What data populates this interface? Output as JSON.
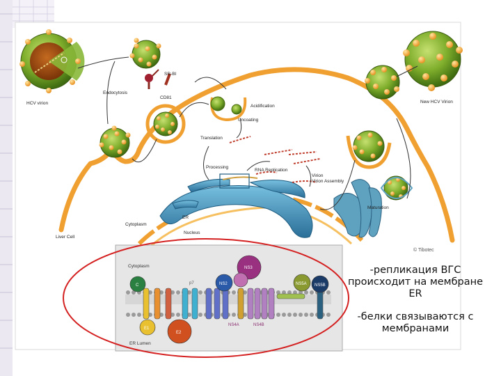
{
  "diagram": {
    "labels": {
      "hcv_virion": "HCV virion",
      "sr_bi": "SR-BI",
      "cd81": "CD81",
      "endocytosis": "Endocytosis",
      "acidification": "Acidification",
      "uncoating": "Uncoating",
      "translation": "Translation",
      "processing": "Processing",
      "rna_replication": "RNA Replication",
      "virion_assembly": "Virion Assembly",
      "new_hcv_virion": "New HCV Virion",
      "maturation": "Maturation",
      "er": "ER",
      "cytoplasm": "Cytoplasm",
      "liver_cell": "Liver Cell",
      "nucleus": "Nucleus",
      "copyright": "© Tibotec"
    },
    "inset": {
      "cytoplasm": "Cytoplasm",
      "er_lumen": "ER Lumen",
      "proteins": {
        "c": "C",
        "p7": "p7",
        "ns2": "NS2",
        "ns3": "NS3",
        "ns5a_top": "NS5A",
        "ns5b": "NS5B",
        "e1": "E1",
        "e2": "E2",
        "ns4a": "NS4A",
        "ns4b": "NS4B"
      }
    }
  },
  "notes": {
    "note1_lines": [
      "-репликация ВГС",
      "происходит на мембране",
      "ER"
    ],
    "note2_lines": [
      "-белки связываются с",
      "мембранами"
    ]
  },
  "colors": {
    "cell_membrane": "#f0a030",
    "er": "#3f90b8",
    "virion": "#7aa82a",
    "annotation_oval": "#d42020"
  }
}
